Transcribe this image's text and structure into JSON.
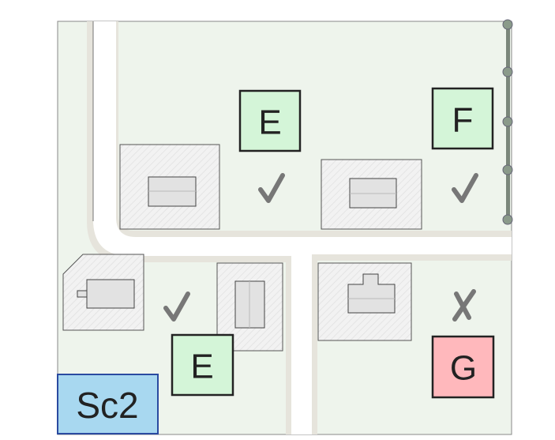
{
  "plots": [
    {
      "rating": "E",
      "status": "check"
    },
    {
      "rating": "F",
      "status": "check"
    },
    {
      "rating": "E",
      "status": "check"
    },
    {
      "rating": "G",
      "status": "cross"
    }
  ],
  "scenario_label": "Sc2",
  "colors": {
    "good": "#d4f5d8",
    "bad": "#ffb8bc",
    "scenario": "#a8d8f0",
    "scenario_border": "#2a4aa0",
    "land": "#eef4ec",
    "road_edge": "#e6e4dc"
  },
  "icons": [
    "check-icon",
    "cross-icon",
    "tree-icon",
    "house-icon"
  ]
}
